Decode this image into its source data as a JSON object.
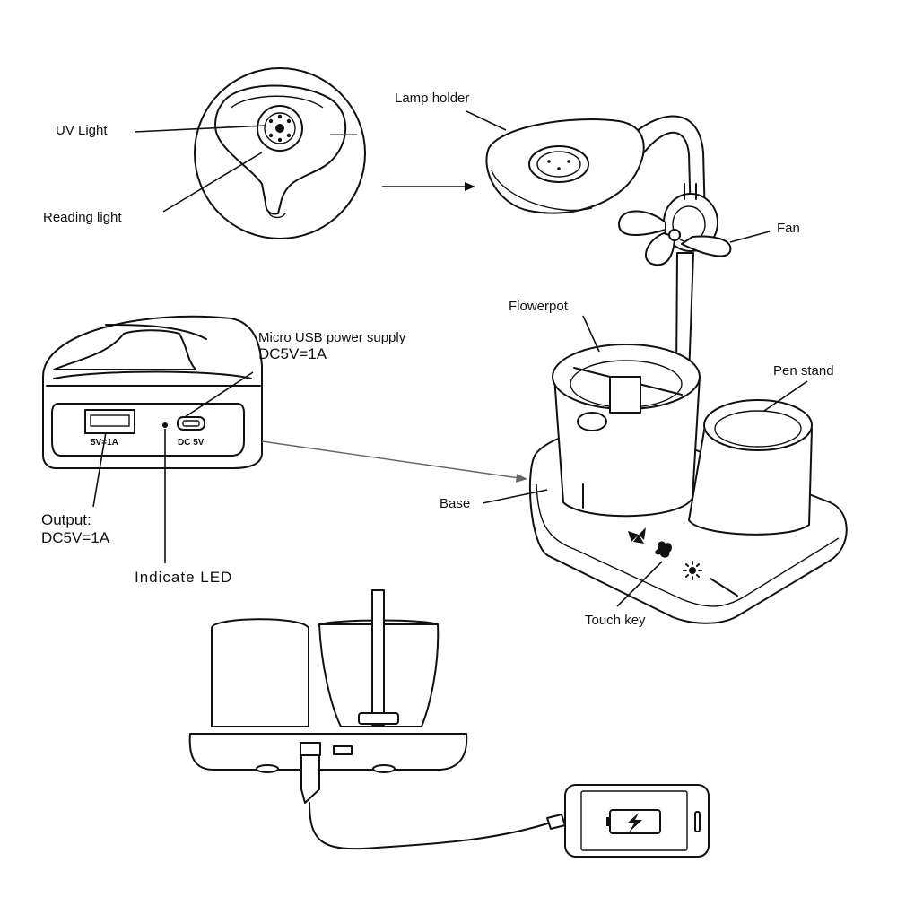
{
  "labels": {
    "uv_light": "UV Light",
    "reading_light": "Reading light",
    "lamp_holder": "Lamp holder",
    "fan": "Fan",
    "micro_usb_line1": "Micro USB power supply",
    "micro_usb_line2": "DC5V=1A",
    "flowerpot": "Flowerpot",
    "pen_stand": "Pen stand",
    "output_line1": "Output:",
    "output_line2": "DC5V=1A",
    "indicate_led": "Indicate LED",
    "base": "Base",
    "touch_key": "Touch key"
  },
  "port_labels": {
    "usb_port": "5V=1A",
    "dc_port": "DC 5V"
  },
  "icons": [
    "uv-light-icon",
    "fan-icon",
    "flower-icon",
    "sun-icon",
    "battery-charging-icon",
    "lightning-icon",
    "usb-plug-icon",
    "phone-icon"
  ]
}
